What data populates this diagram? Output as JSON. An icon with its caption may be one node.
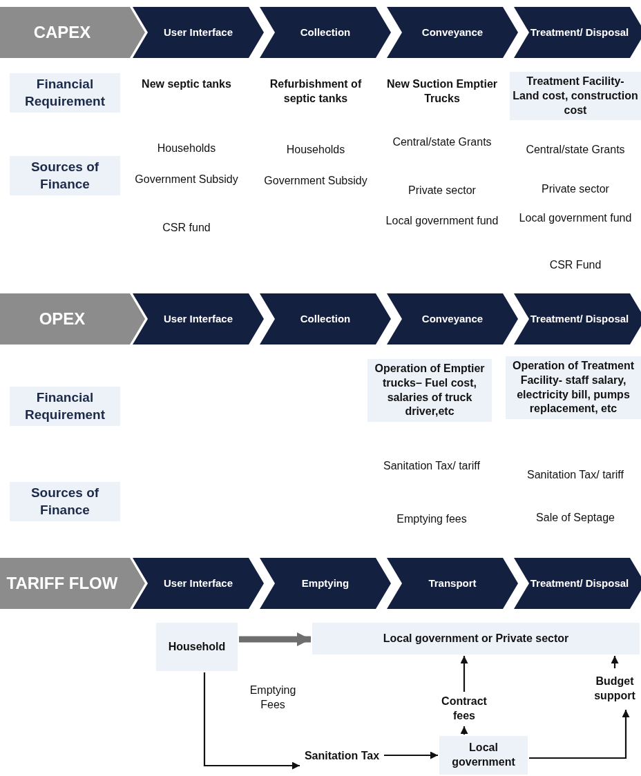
{
  "diagram": {
    "nodes": [
      {
        "text": [
          "CAPEX"
        ]
      },
      {
        "text": [
          "User Interface"
        ]
      },
      {
        "text": [
          "Collection"
        ]
      },
      {
        "text": [
          "Conveyance"
        ]
      },
      {
        "text": [
          "Treatment/ Disposal"
        ]
      },
      {
        "text": [
          "OPEX"
        ]
      },
      {
        "text": [
          "User Interface"
        ]
      },
      {
        "text": [
          "Collection"
        ]
      },
      {
        "text": [
          "Conveyance"
        ]
      },
      {
        "text": [
          "Treatment/ Disposal"
        ]
      },
      {
        "text": [
          "TARIFF FLOW"
        ]
      },
      {
        "text": [
          "User Interface"
        ]
      },
      {
        "text": [
          "Emptying"
        ]
      },
      {
        "text": [
          "Transport"
        ]
      },
      {
        "text": [
          "Treatment/ Disposal"
        ]
      },
      {
        "text": [
          "Household"
        ]
      },
      {
        "text": [
          "Local government or Private sector"
        ]
      },
      {
        "text": [
          "Sanitation Tax"
        ]
      },
      {
        "text": [
          "Local government"
        ]
      },
      {
        "text": [
          "Contract fees"
        ]
      },
      {
        "text": [
          "Budget support"
        ]
      }
    ],
    "edges": [
      {
        "from": 15,
        "to": 16,
        "arrow": "to",
        "label": "Emptying Fees",
        "style": "thick",
        "color": "#6e6e6e"
      },
      {
        "from": 15,
        "to": 17,
        "arrow": "to"
      },
      {
        "from": 17,
        "to": 18,
        "arrow": "to"
      },
      {
        "from": 18,
        "to": 19,
        "arrow": "to"
      },
      {
        "from": 19,
        "to": 16,
        "arrow": "to"
      },
      {
        "from": 18,
        "to": 20,
        "arrow": "to"
      },
      {
        "from": 20,
        "to": 16,
        "arrow": "to"
      }
    ],
    "labels": [
      "Financial Requirement",
      "New septic tanks",
      "Refurbishment of septic tanks",
      "New Suction Emptier Trucks",
      "Treatment Facility- Land cost, construction cost",
      "Sources of Finance",
      "Households",
      "Government Subsidy",
      "CSR fund",
      "Households",
      "Government Subsidy",
      "Central/state Grants",
      "Private sector",
      "Local government fund",
      "Central/state Grants",
      "Private sector",
      "Local government fund",
      "CSR Fund",
      "Financial Requirement",
      "Operation of Emptier trucks– Fuel cost, salaries of truck driver,etc",
      "**Operation of Treatment Facility-** staff salary, electricity bill, pumps replacement, etc",
      "Sources of Finance",
      "Sanitation Tax/ tariff",
      "Emptying fees",
      "Sanitation Tax/ tariff",
      "Sale of Septage"
    ]
  }
}
